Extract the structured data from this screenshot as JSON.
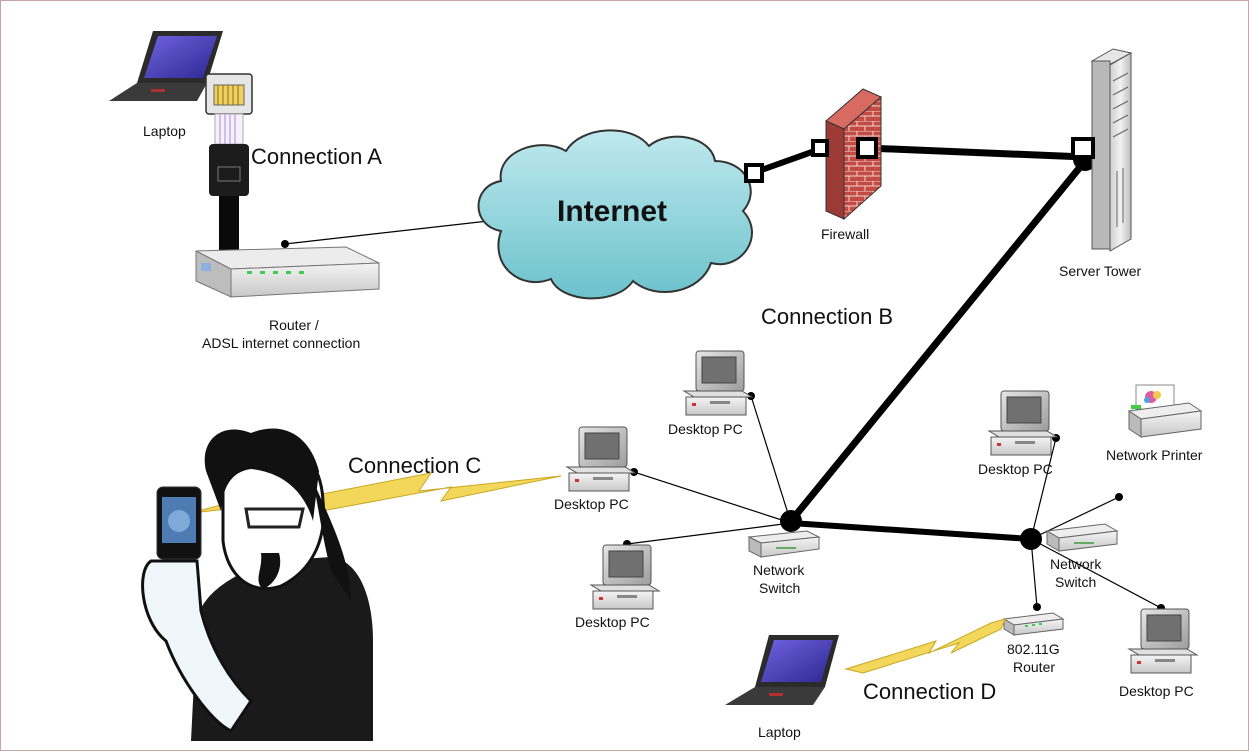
{
  "labels": {
    "laptop_a": "Laptop",
    "connection_a": "Connection A",
    "internet": "Internet",
    "firewall": "Firewall",
    "server_tower": "Server Tower",
    "router_line1": "Router /",
    "router_line2": "ADSL internet connection",
    "connection_b": "Connection B",
    "connection_c": "Connection C",
    "connection_d": "Connection D",
    "desktop_pc_1": "Desktop PC",
    "desktop_pc_2": "Desktop PC",
    "desktop_pc_3": "Desktop PC",
    "desktop_pc_4": "Desktop PC",
    "desktop_pc_5": "Desktop PC",
    "switch1_line1": "Network",
    "switch1_line2": "Switch",
    "switch2_line1": "Network",
    "switch2_line2": "Switch",
    "network_printer": "Network Printer",
    "wifi_router_line1": "802.11G",
    "wifi_router_line2": "Router",
    "laptop_d": "Laptop"
  },
  "colors": {
    "cloud": "#8fd4db",
    "firewall_brick": "#b5443f",
    "lightning": "#f3d75a",
    "screen": "#4a3fb8",
    "cable": "#000000"
  }
}
